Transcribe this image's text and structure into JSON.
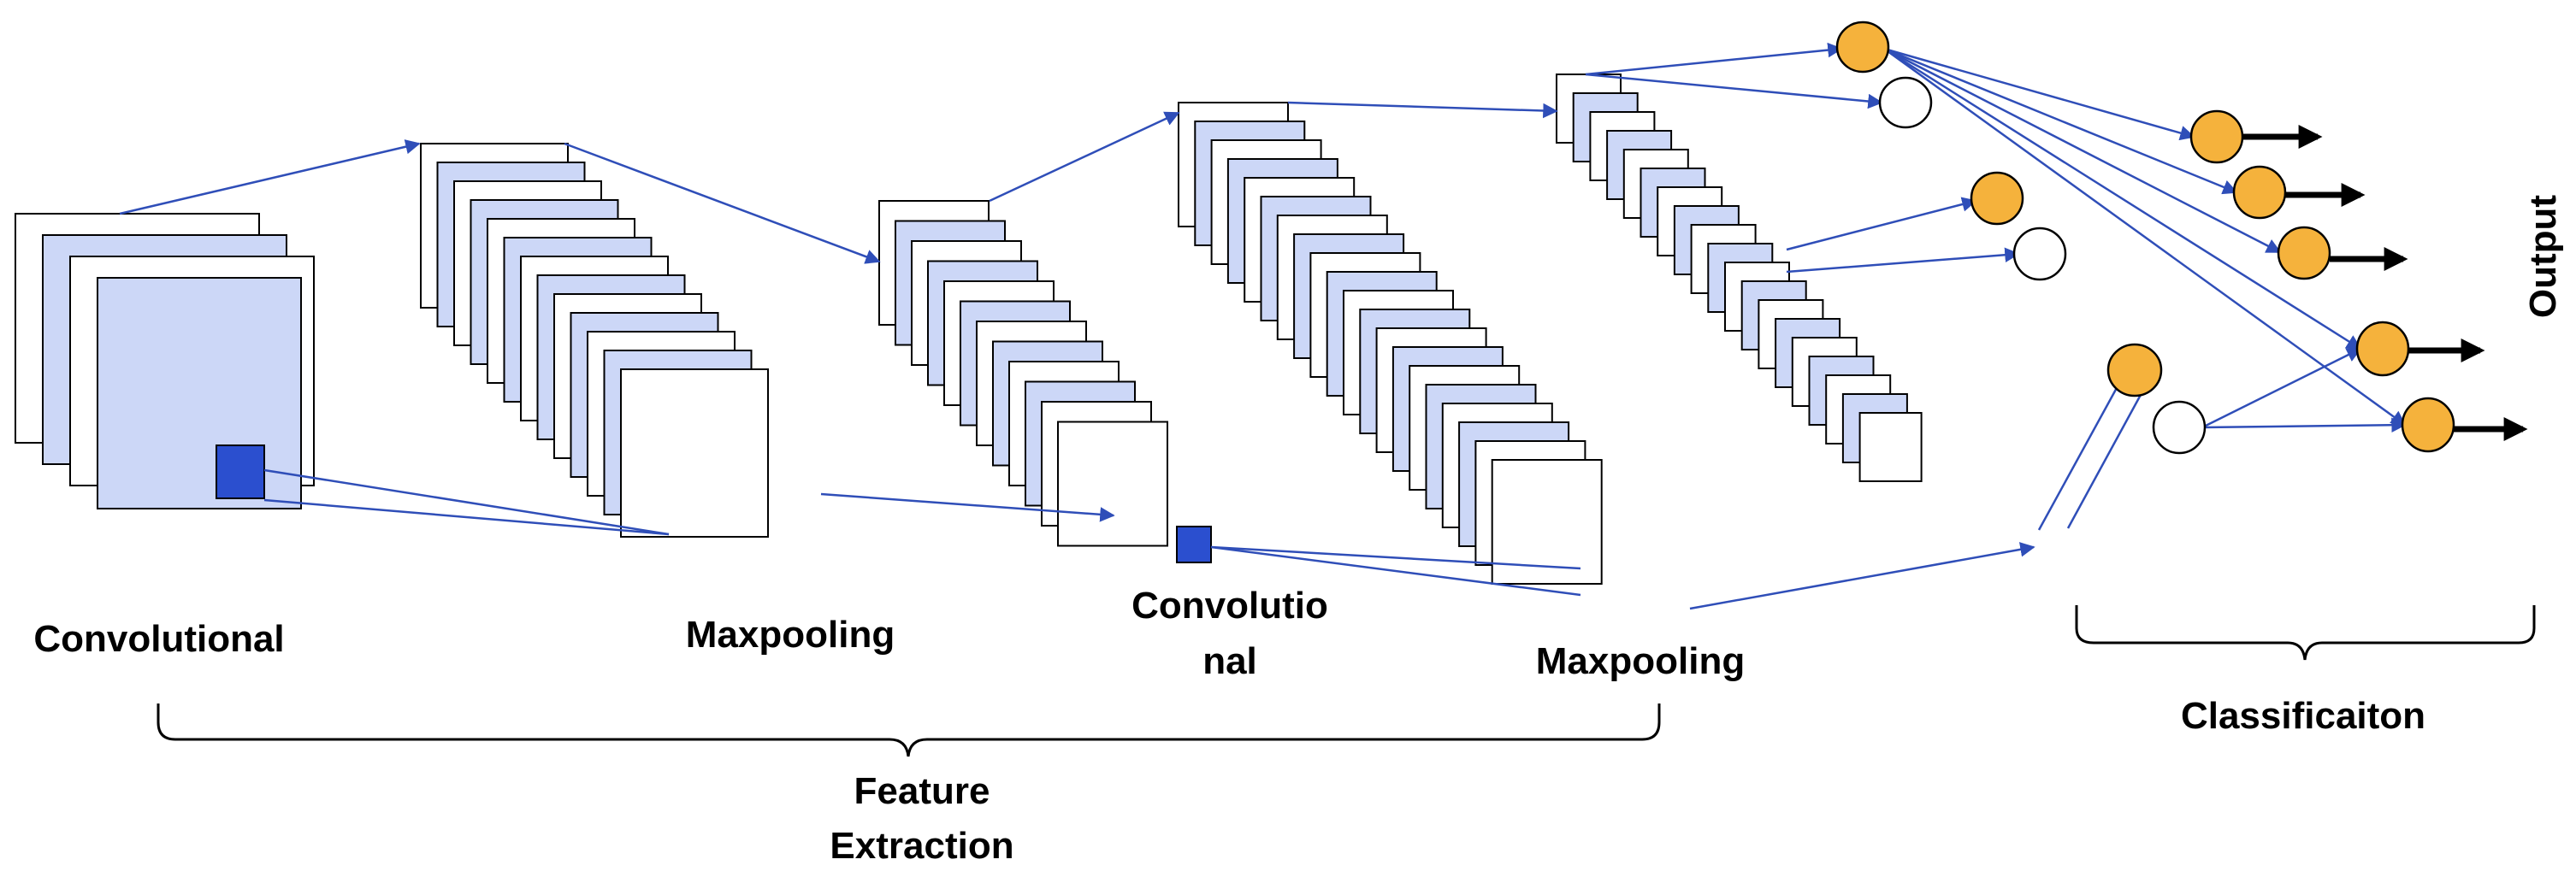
{
  "labels": {
    "conv1": "Convolutional",
    "pool1": "Maxpooling",
    "conv2_line1": "Convolutio",
    "conv2_line2": "nal",
    "pool2": "Maxpooling",
    "feature_line1": "Feature",
    "feature_line2": "Extraction",
    "classification": "Classificaiton",
    "output": "Output"
  },
  "colors": {
    "connector": "#2f4eb8",
    "map_light": "#ccd7f7",
    "map_white": "#ffffff",
    "kernel": "#2b4fcf",
    "neuron_active": "#f5b23c",
    "neuron_inactive": "#ffffff",
    "output_arrow": "#000000",
    "outline": "#000000"
  }
}
